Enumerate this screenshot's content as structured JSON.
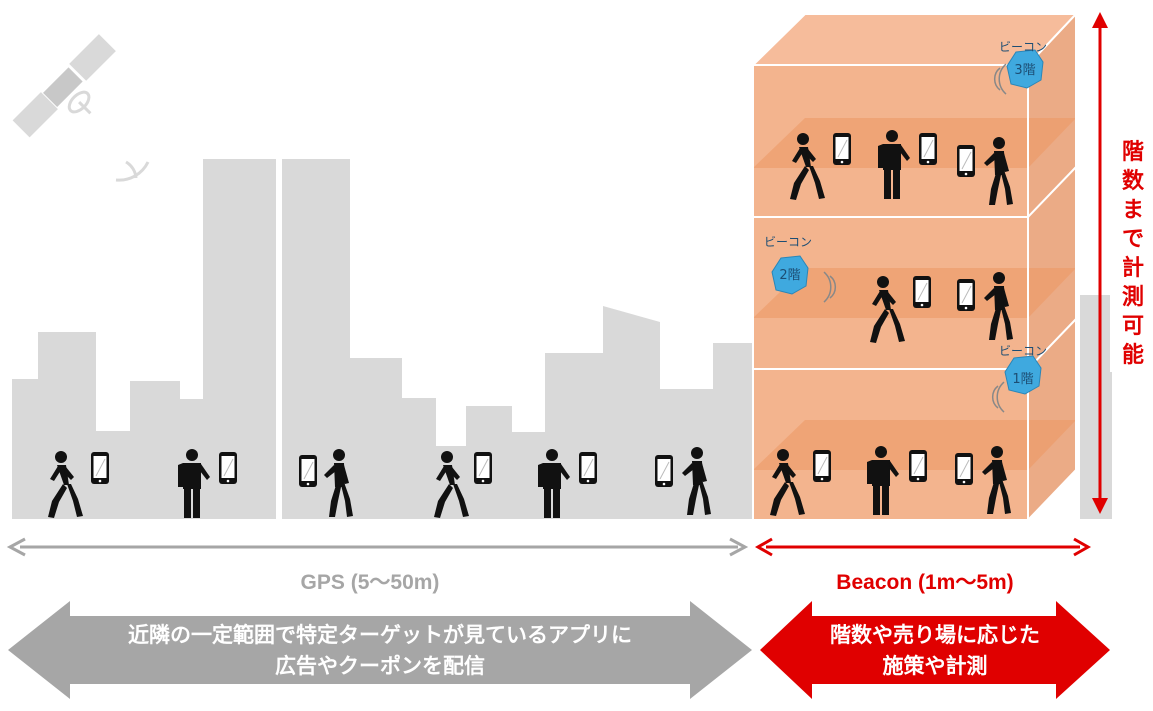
{
  "gps": {
    "range_label": "GPS (5〜50m)",
    "description_line1": "近隣の一定範囲で特定ターゲットが見ているアプリに",
    "description_line2": "広告やクーポンを配信"
  },
  "beacon": {
    "range_label": "Beacon (1m〜5m)",
    "description_line1": "階数や売り場に応じた",
    "description_line2": "施策や計測",
    "vertical_label": [
      "階",
      "数",
      "ま",
      "で",
      "計",
      "測",
      "可",
      "能"
    ],
    "tag_label": "ビーコン",
    "floors": [
      "3階",
      "2階",
      "1階"
    ]
  },
  "colors": {
    "gps_gray": "#a6a6a6",
    "city_gray": "#d9d9d9",
    "beacon_red": "#e00000",
    "building_orange": "#f0a070",
    "beacon_blue": "#3fa9df"
  },
  "icons": [
    "satellite-icon",
    "person-walking-icon",
    "person-standing-icon",
    "smartphone-icon",
    "beacon-icon",
    "signal-waves-icon"
  ]
}
